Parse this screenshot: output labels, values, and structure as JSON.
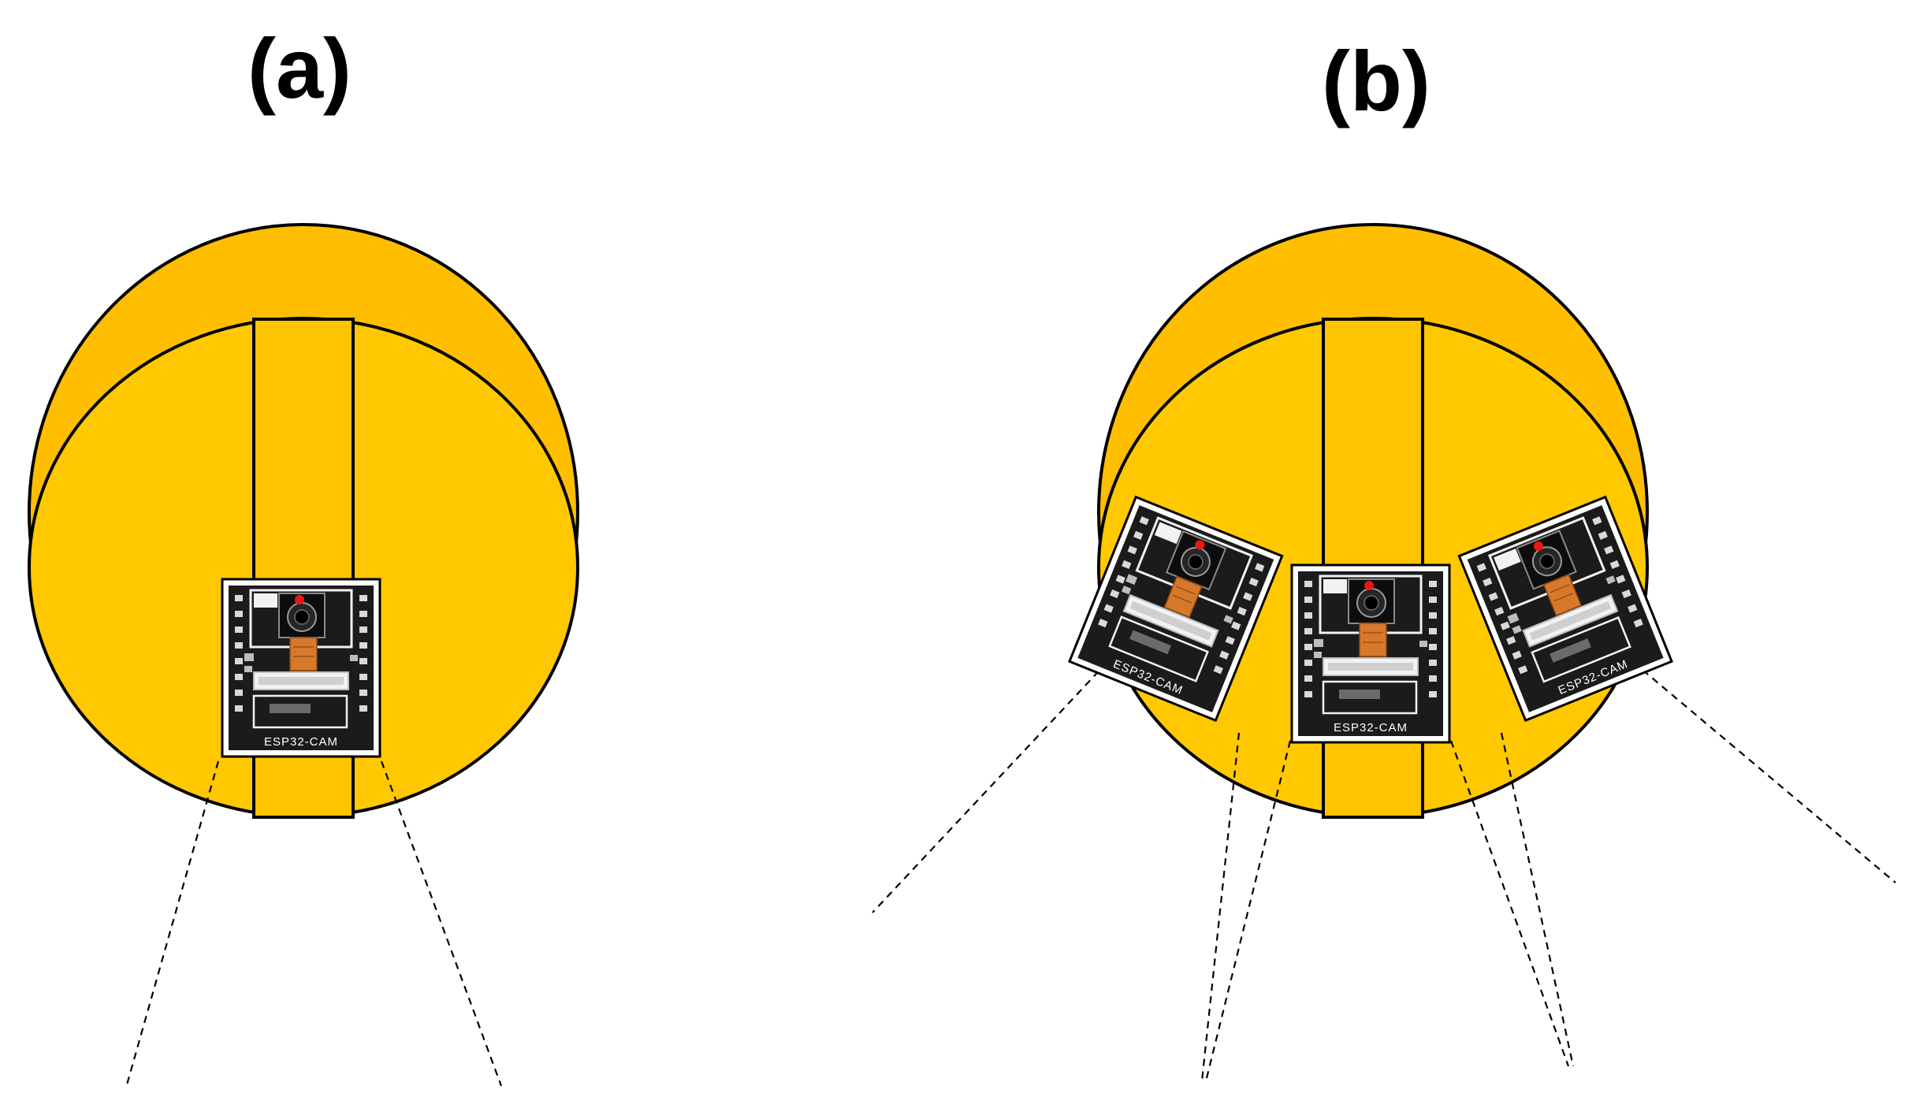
{
  "panels": [
    {
      "label": "(a)",
      "boards": [
        {
          "label": "ESP32-CAM"
        }
      ]
    },
    {
      "label": "(b)",
      "boards": [
        {
          "label": "ESP32-CAM"
        },
        {
          "label": "ESP32-CAM"
        },
        {
          "label": "ESP32-CAM"
        }
      ]
    }
  ],
  "colors": {
    "body_back": "#FFBE00",
    "body_front": "#FFC800",
    "strap": "#FFC400",
    "outline": "#000000",
    "pcb": "#1b1b1b",
    "board_frame": "#ffffff",
    "sensor_dot": "#e81818",
    "flex_cable": "#d8782a"
  },
  "icons": {
    "board": "esp32-cam-board-icon",
    "lens": "camera-lens-icon"
  }
}
